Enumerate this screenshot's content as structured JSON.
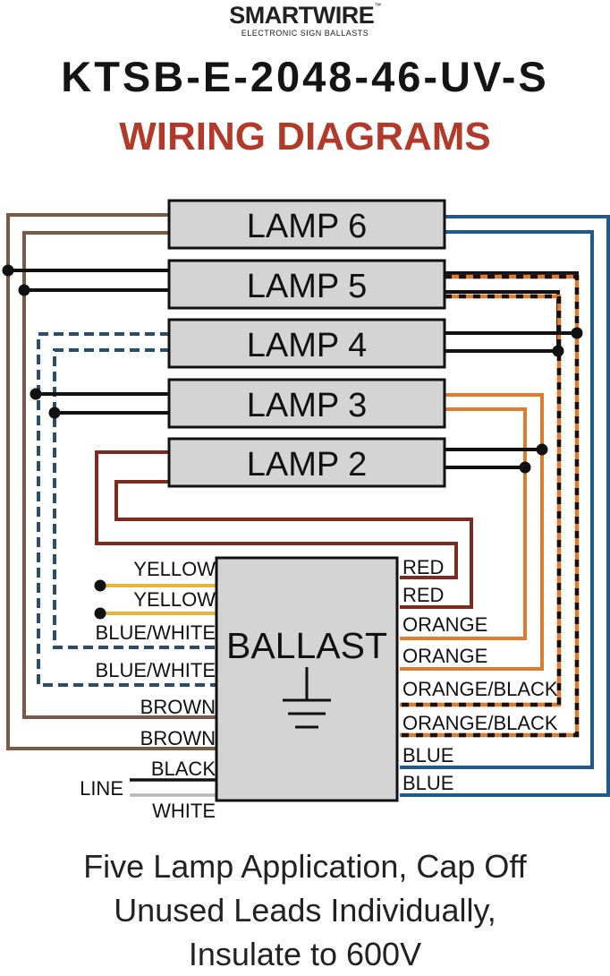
{
  "header": {
    "brand": "SMARTWIRE",
    "trademark": "™",
    "tagline": "ELECTRONIC SIGN BALLASTS",
    "model": "KTSB-E-2048-46-UV-S",
    "subtitle": "WIRING DIAGRAMS"
  },
  "lamps": [
    "LAMP 6",
    "LAMP 5",
    "LAMP 4",
    "LAMP 3",
    "LAMP 2"
  ],
  "ballast": {
    "label": "BALLAST"
  },
  "left_leads": [
    "YELLOW",
    "YELLOW",
    "BLUE/WHITE",
    "BLUE/WHITE",
    "BROWN",
    "BROWN",
    "BLACK",
    "WHITE"
  ],
  "line_label": "LINE",
  "right_leads": [
    "RED",
    "RED",
    "ORANGE",
    "ORANGE",
    "ORANGE/BLACK",
    "ORANGE/BLACK",
    "BLUE",
    "BLUE"
  ],
  "colors": {
    "brown": "#7a5a46",
    "black": "#111111",
    "navy": "#2a4d6e",
    "red": "#7f2a1e",
    "yellow": "#e6b53a",
    "gray": "#b5b5b5",
    "orange": "#e07a2c",
    "blue": "#1f5a8f",
    "lamp_fill": "#d4d4d4",
    "title_red": "#b23a2a"
  },
  "footer": {
    "lines": [
      "Five Lamp Application, Cap Off",
      "Unused Leads Individually,",
      "Insulate to 600V"
    ]
  }
}
